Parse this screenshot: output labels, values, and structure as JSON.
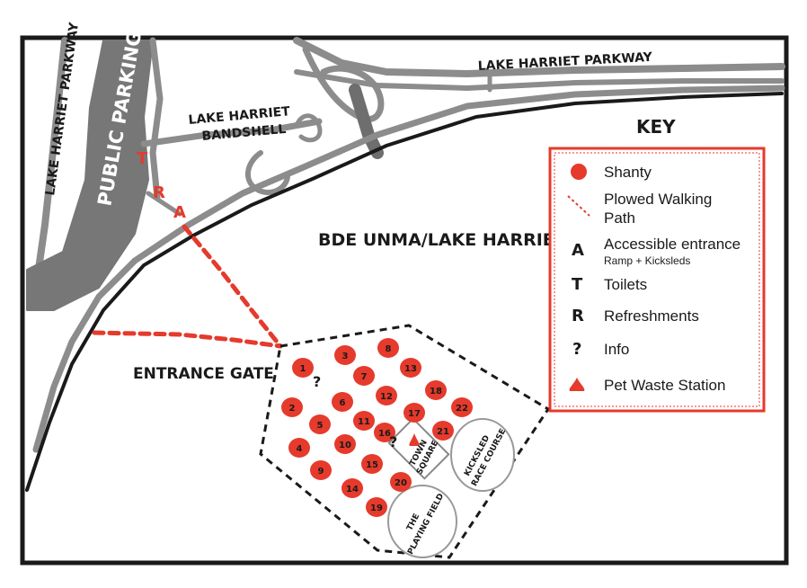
{
  "labels": {
    "parkway_left": "LAKE HARRIET PARKWAY",
    "parkway_top": "LAKE HARRIET PARKWAY",
    "public_parking": "PUBLIC PARKING",
    "bandshell_line1": "LAKE HARRIET",
    "bandshell_line2": "BANDSHELL",
    "lake": "BDE UNMA/LAKE HARRIET",
    "entrance_gate": "ENTRANCE GATE",
    "town_square_line1": "TOWN",
    "town_square_line2": "SQUARE",
    "kicksled_line1": "KICKSLED",
    "kicksled_line2": "RACE COURSE",
    "playing_field_line1": "THE",
    "playing_field_line2": "PLAYING FIELD",
    "marker_t": "T",
    "marker_r": "R",
    "marker_a": "A",
    "info_mark": "?"
  },
  "key": {
    "title": "KEY",
    "items": [
      {
        "symbol": "",
        "icon": "shanty-dot-icon",
        "line1": "Shanty",
        "line2": ""
      },
      {
        "symbol": "",
        "icon": "walking-path-icon",
        "line1": "Plowed Walking",
        "line2": "Path"
      },
      {
        "symbol": "A",
        "icon": "accessible-entrance-icon",
        "line1": "Accessible entrance",
        "line2": "Ramp + Kicksleds"
      },
      {
        "symbol": "T",
        "icon": "toilets-icon",
        "line1": "Toilets",
        "line2": ""
      },
      {
        "symbol": "R",
        "icon": "refreshments-icon",
        "line1": "Refreshments",
        "line2": ""
      },
      {
        "symbol": "?",
        "icon": "info-icon",
        "line1": "Info",
        "line2": ""
      },
      {
        "symbol": "",
        "icon": "pet-waste-icon",
        "line1": "Pet Waste Station",
        "line2": ""
      }
    ]
  },
  "shanties": [
    "1",
    "2",
    "3",
    "4",
    "5",
    "6",
    "7",
    "8",
    "9",
    "10",
    "11",
    "12",
    "13",
    "14",
    "15",
    "16",
    "17",
    "18",
    "19",
    "20",
    "21",
    "22"
  ],
  "colors": {
    "accent_red": "#e53a2c",
    "road_gray": "#8c8c8c",
    "road_dark": "#6e6e6e",
    "ink": "#1a1a1a"
  }
}
